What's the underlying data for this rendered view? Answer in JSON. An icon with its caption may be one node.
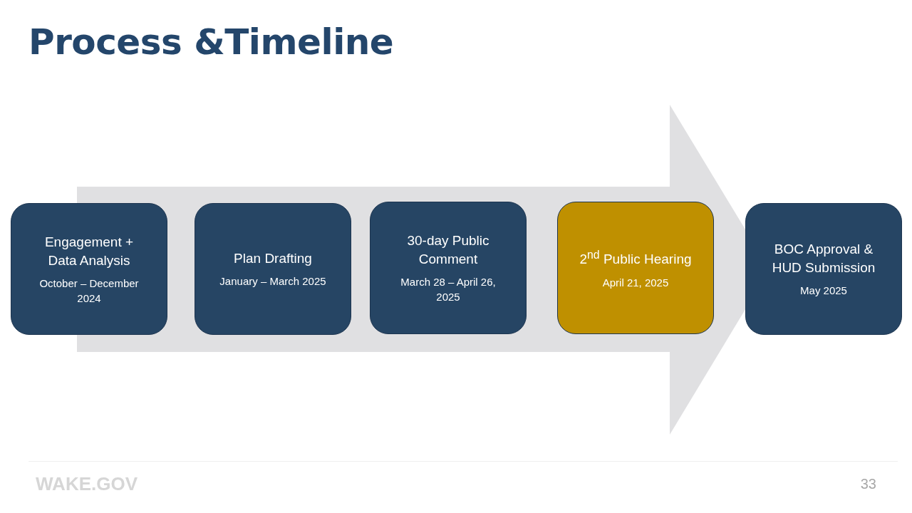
{
  "diagram": {
    "title": "Process &Timeline",
    "nodes": [
      {
        "text": [
          "Engagement + Data Analysis",
          "October – December 2024"
        ]
      },
      {
        "text": [
          "Plan Drafting",
          "January – March 2025"
        ]
      },
      {
        "text": [
          "30-day Public Comment",
          "March 28 – April 26, 2025"
        ]
      },
      {
        "text": [
          "2$^{nd}$ Public Hearing",
          "April 21, 2025"
        ]
      },
      {
        "text": [
          "BOC Approval & HUD Submission",
          "May 2025"
        ]
      }
    ],
    "edges": [],
    "labels": [
      "WAKE.GOV",
      "33"
    ]
  }
}
